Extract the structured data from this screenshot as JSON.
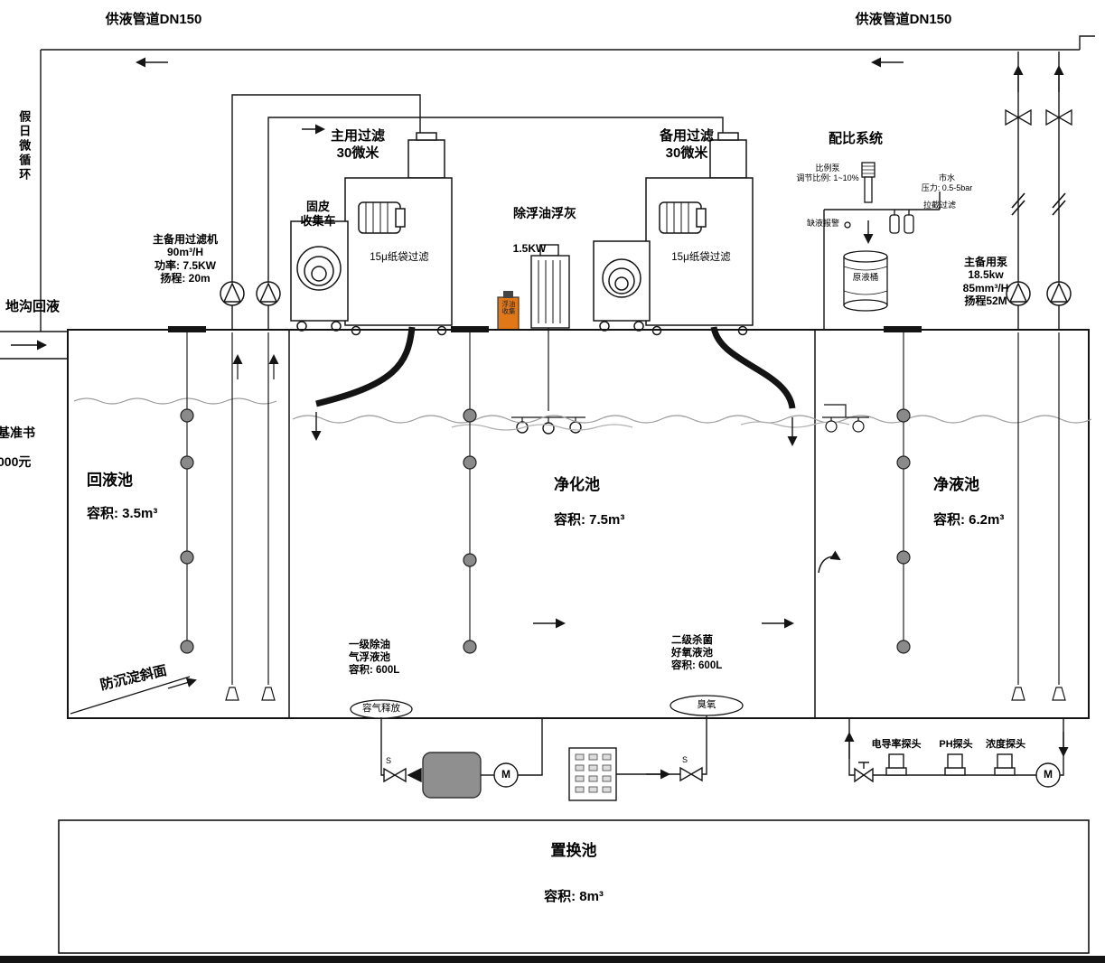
{
  "colors": {
    "line_black": "#141414",
    "bottle_orange": "#e07818",
    "pump_body_gray": "#8f8f8f",
    "sensor_float_gray": "#8a8a8a",
    "water_line_gray": "#9a9a9a"
  },
  "header": {
    "supply_pipe_left": "供液管道DN150",
    "supply_pipe_right": "供液管道DN150"
  },
  "left": {
    "holiday_circulation": "假日微循环",
    "trench_return": "地沟回液",
    "edge_text_top": "基准书",
    "edge_text_bottom": "000元"
  },
  "equipment": {
    "main_filter_title": "主用过滤\n30微米",
    "backup_filter_title": "备用过滤\n30微米",
    "solid_cart_label": "固皮\n收集车",
    "bag_filter_label_main": "15μ纸袋过滤",
    "bag_filter_label_backup": "15μ纸袋过滤",
    "filter_unit_specs": "主备用过滤机\n90m³/H\n功率: 7.5KW\n扬程:  20m",
    "oil_removal_title": "除浮油浮灰",
    "oil_removal_power": "1.5KW",
    "oil_bottle_label": "浮油\n收集",
    "pump_unit_specs": "主备用泵\n18.5kw\n85mm³/H\n扬程52M"
  },
  "ratio_system": {
    "title": "配比系统",
    "pump_label": "比例泵\n调节比例: 1~10%",
    "water_label": "市水\n压力: 0.5-5bar",
    "alarm_label": "缺液报警",
    "inline_filter_label": "拉截过滤",
    "barrel_label": "原液桶"
  },
  "pools": {
    "return": {
      "name": "回液池",
      "volume": "容积: 3.5m³"
    },
    "purify": {
      "name": "净化池",
      "volume": "容积: 7.5m³"
    },
    "clean": {
      "name": "净液池",
      "volume": "容积: 6.2m³"
    },
    "replace": {
      "name": "置换池",
      "volume": "容积: 8m³"
    },
    "slope_label": "防沉淀斜面",
    "stage1_label": "一级除油\n气浮液池\n容积: 600L",
    "stage2_label": "二级杀菌\n好氧液池\n容积: 600L",
    "air_release_label": "容气释放",
    "ozone_label": "臭氧"
  },
  "bottom": {
    "probe_conductivity": "电导率探头",
    "probe_ph": "PH探头",
    "probe_concentration": "浓度探头",
    "motor_left": "M",
    "motor_right": "M",
    "solenoid_left": "S",
    "solenoid_right": "S"
  }
}
